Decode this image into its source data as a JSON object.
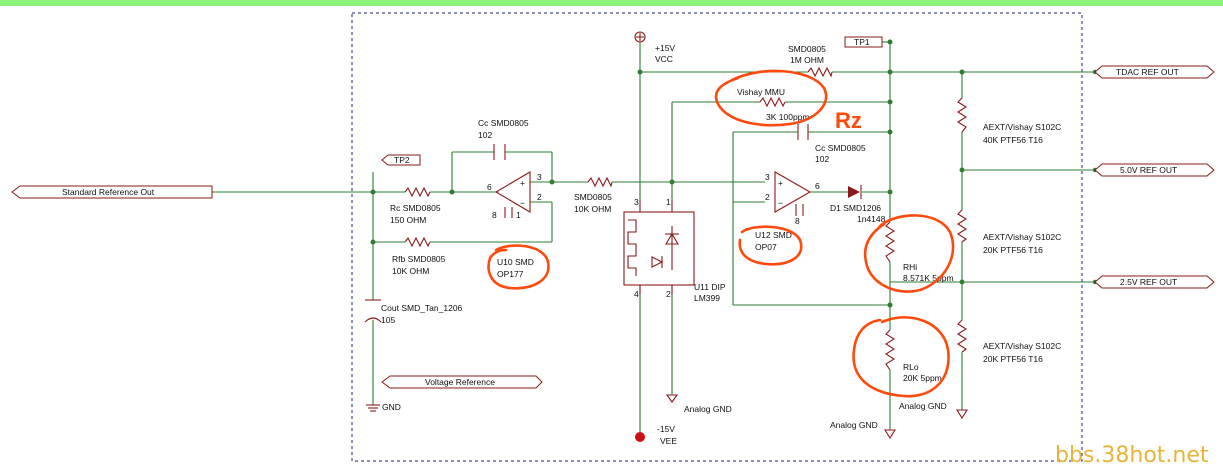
{
  "labels": {
    "std_ref_out": "Standard Reference Out",
    "tp2": "TP2",
    "tp1": "TP1",
    "cc_left_1": "Cc SMD0805",
    "cc_left_2": "102",
    "u10_pin6": "6",
    "u10_pin3": "3",
    "u10_pin2": "2",
    "u10_pin8": "8",
    "u10_pin1": "1",
    "rc_1": "Rc SMD0805",
    "rc_2": "150 OHM",
    "rfb_1": "Rfb SMD0805",
    "rfb_2": "10K OHM",
    "u10_1": "U10 SMD",
    "u10_2": "OP177",
    "cout_1": "Cout SMD_Tan_1206",
    "cout_2": "105",
    "voltage_reference": "Voltage Reference",
    "gnd": "GND",
    "r_mid_1": "SMD0805",
    "r_mid_2": "10K OHM",
    "vcc_1": "+15V",
    "vcc_2": "VCC",
    "vee_1": "-15V",
    "vee_2": "VEE",
    "u11_pin3": "3",
    "u11_pin1": "1",
    "u11_pin4": "4",
    "u11_pin2": "2",
    "u11_1": "U11 DIP",
    "u11_2": "LM399",
    "analog_gnd_1": "Analog GND",
    "r_top_1": "SMD0805",
    "r_top_2": "1M OHM",
    "vishay_1": "Vishay MMU",
    "vishay_2": "3K 100ppm",
    "cc_right_1": "Cc SMD0805",
    "cc_right_2": "102",
    "u12_pin3": "3",
    "u12_pin2": "2",
    "u12_pin6": "6",
    "u12_pin8": "8",
    "u12_1": "U12 SMD",
    "u12_2": "OP07",
    "d1_1": "D1 SMD1206",
    "d1_2": "1n4148",
    "rhi_1": "RHi",
    "rhi_2": "8.571K 5ppm",
    "rlo_1": "RLo",
    "rlo_2": "20K 5ppm",
    "analog_gnd_2": "Analog GND",
    "analog_gnd_3": "Analog GND",
    "aext1_1": "AEXT/Vishay S102C",
    "aext1_2": "40K PTF56 T16",
    "aext2_1": "AEXT/Vishay S102C",
    "aext2_2": "20K PTF56 T16",
    "aext3_1": "AEXT/Vishay S102C",
    "aext3_2": "20K PTF56 T16",
    "tdac_ref_out": "TDAC REF OUT",
    "ref_5v_out": "5.0V REF OUT",
    "ref_25v_out": "2.5V REF OUT",
    "rz": "Rz",
    "watermark": "bbs.38hot.net"
  },
  "colors": {
    "wire": "#2e7d32",
    "component": "#8b1a1a",
    "annotation": "#ff4a0e",
    "top_bar": "#8ef27a",
    "watermark": "#e8b43a"
  }
}
